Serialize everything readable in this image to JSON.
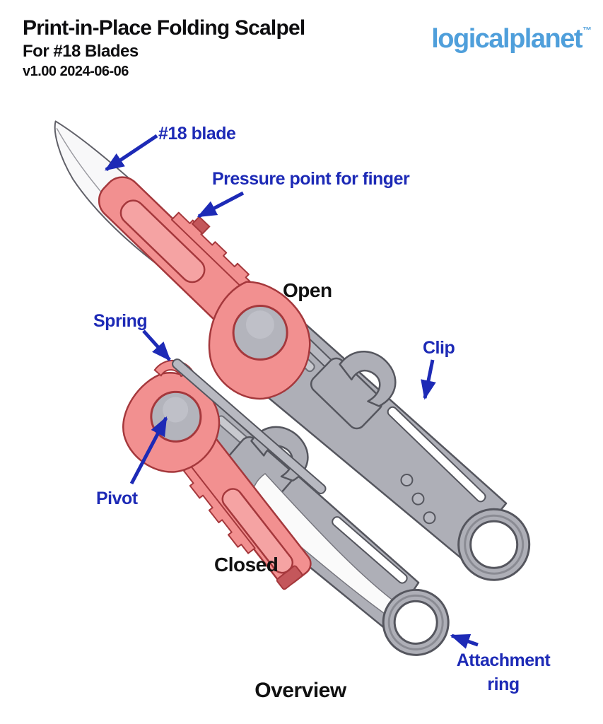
{
  "header": {
    "title": "Print-in-Place Folding Scalpel",
    "subtitle": "For #18 Blades",
    "version": "v1.00 2024-06-06",
    "logo": {
      "text": "logicalplanet",
      "tm": "™",
      "color": "#4f9fdb"
    }
  },
  "diagram": {
    "caption": "Overview",
    "states": {
      "open": "Open",
      "closed": "Closed"
    },
    "labels": {
      "blade": "#18 blade",
      "pressure": "Pressure point for finger",
      "spring": "Spring",
      "clip": "Clip",
      "pivot": "Pivot",
      "attachment_line1": "Attachment",
      "attachment_line2": "ring"
    },
    "colors": {
      "label_blue": "#1d2ab6",
      "holder_salmon": "#f29090",
      "holder_tab_salmon": "#f5a3a3",
      "holder_outline_red": "#a5383c",
      "holder_dark_red": "#c4575b",
      "handle_gray": "#aeafb7",
      "handle_outline_gray": "#55565e",
      "slot_gray": "#c8c9cf",
      "pivot_gray": "#b3b4bc",
      "blade_white": "#f8f8f9",
      "caption_black": "#111111"
    }
  }
}
